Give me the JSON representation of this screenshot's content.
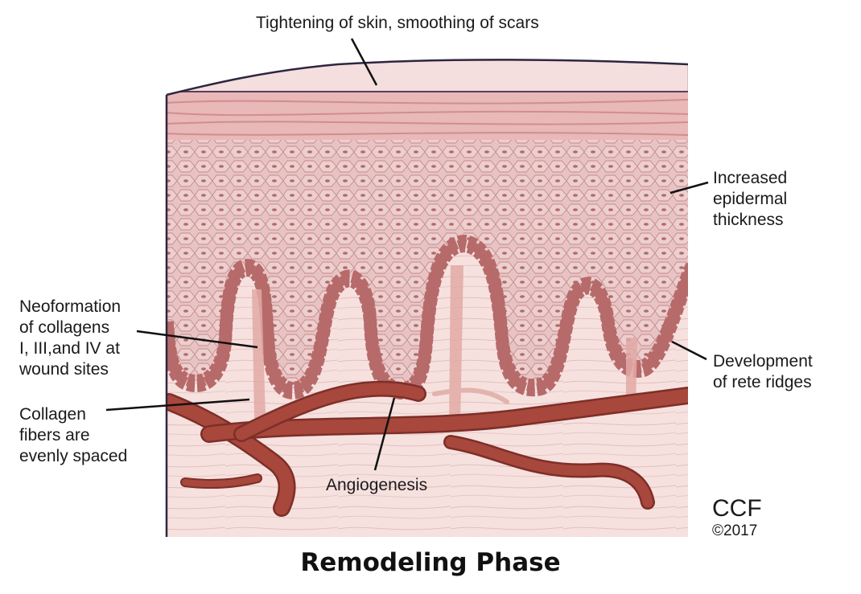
{
  "labels": {
    "top": "Tightening of skin, smoothing of scars",
    "epidermal": "Increased\nepidermal\nthickness",
    "neoformation": "Neoformation\nof collagens\nI, III,and IV at\nwound sites",
    "rete": "Development\nof rete ridges",
    "collagen": "Collagen\nfibers are\nevenly spaced",
    "angiogenesis": "Angiogenesis"
  },
  "title": "Remodeling Phase",
  "credit": {
    "logo": "CCF",
    "year": "©2017"
  },
  "colors": {
    "surface": "#f4dede",
    "scar_band": "#e9b8b8",
    "epidermis": "#e8c3c3",
    "cell_line": "#c98a8a",
    "basal_outline": "#4b3d6e",
    "basal_cells": "#b66a6a",
    "dermis": "#f6e1df",
    "vessel": "#a8473c",
    "vessel_dark": "#7d2f28",
    "fiber_line": "#e2c0bd",
    "leader": "#111111"
  }
}
